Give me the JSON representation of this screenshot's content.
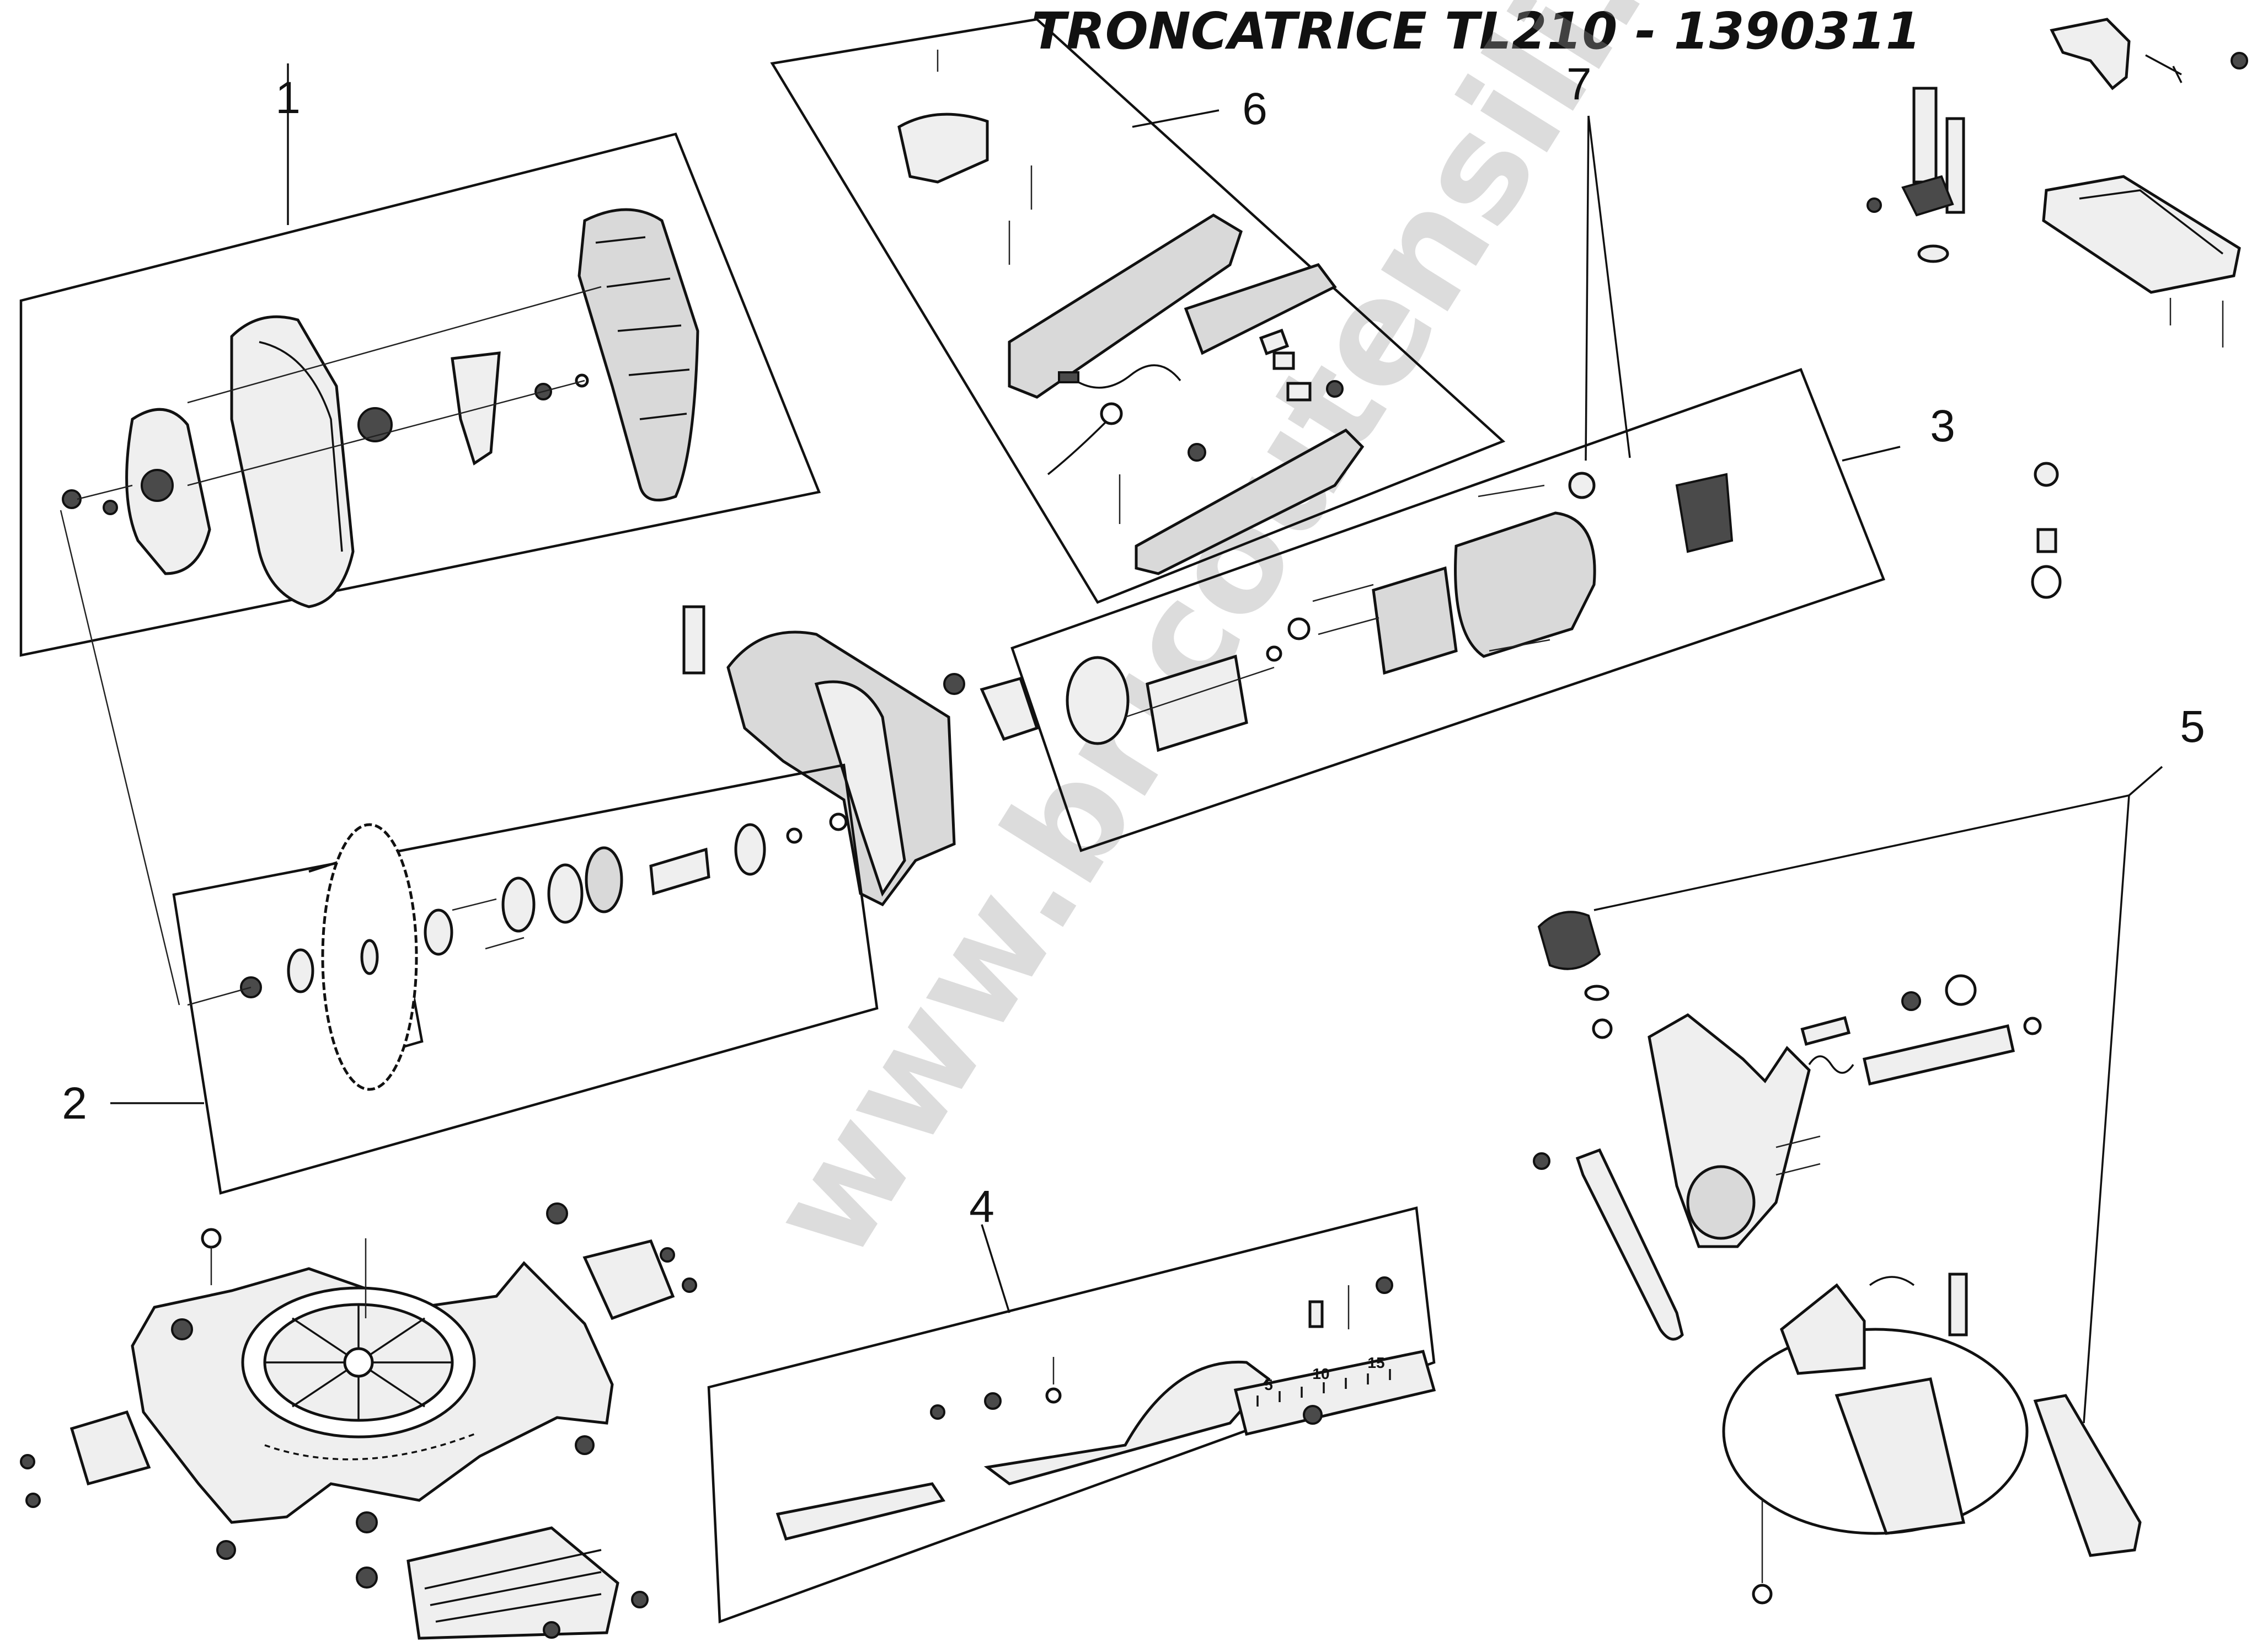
{
  "title": "TRONCATRICE TL210 - 1390311",
  "watermark": "www.bricoutensili.com",
  "group_labels": {
    "g1": "1",
    "g2": "2",
    "g3": "3",
    "g4": "4",
    "g5": "5",
    "g6": "6",
    "g7": "7"
  },
  "bevel_scale": {
    "t5": "5",
    "t10": "10",
    "t15": "15"
  }
}
